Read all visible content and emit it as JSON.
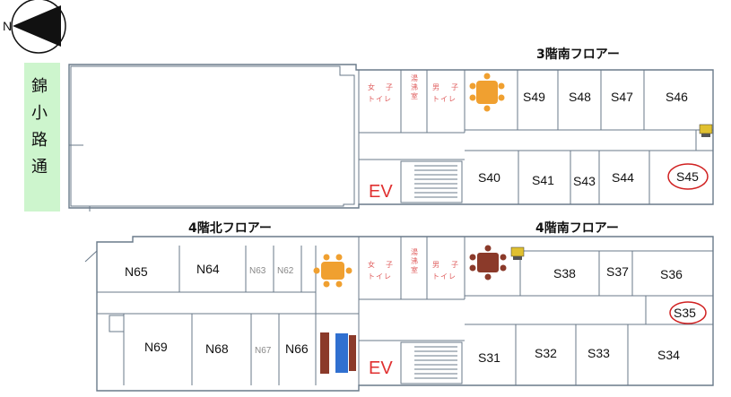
{
  "compass": {
    "label": "N"
  },
  "street": {
    "chars": [
      "錦",
      "小",
      "路",
      "通"
    ]
  },
  "floors": {
    "f3_south": "3階南フロアー",
    "f4_north": "4階北フロアー",
    "f4_south": "4階南フロアー"
  },
  "rooms": {
    "s49": "S49",
    "s48": "S48",
    "s47": "S47",
    "s46": "S46",
    "s40": "S40",
    "s41": "S41",
    "s43": "S43",
    "s44": "S44",
    "s45": "S45",
    "n65": "N65",
    "n64": "N64",
    "n63": "N63",
    "n62": "N62",
    "n69": "N69",
    "n68": "N68",
    "n67": "N67",
    "n66": "N66",
    "s38": "S38",
    "s37": "S37",
    "s36": "S36",
    "s35": "S35",
    "s31": "S31",
    "s32": "S32",
    "s33": "S33",
    "s34": "S34"
  },
  "facilities": {
    "women_wc": [
      "女",
      "子",
      "ト",
      "イ",
      "レ"
    ],
    "men_wc": [
      "男",
      "子",
      "ト",
      "イ",
      "レ"
    ],
    "kitchen": [
      "湯",
      "沸",
      "室"
    ],
    "ev": "EV"
  },
  "highlighted_rooms": [
    "S45",
    "S35"
  ],
  "colors": {
    "street_bg": "#cdf5cd",
    "highlight_ring": "#d02020",
    "ev_text": "#e03030",
    "wc_text": "#e06060",
    "table_orange": "#f0a030",
    "table_brown": "#8b3a2a",
    "sofa_blue": "#3070d0"
  }
}
